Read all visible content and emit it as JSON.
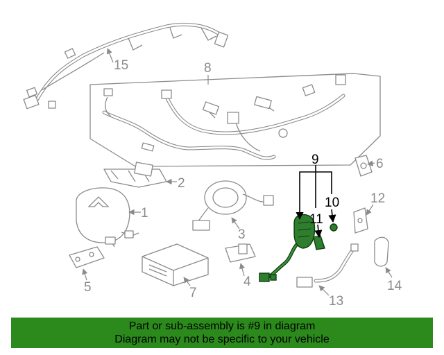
{
  "diagram": {
    "highlighted_part": "9",
    "callouts": [
      {
        "id": "1",
        "label": "1"
      },
      {
        "id": "2",
        "label": "2"
      },
      {
        "id": "3",
        "label": "3"
      },
      {
        "id": "4",
        "label": "4"
      },
      {
        "id": "5",
        "label": "5"
      },
      {
        "id": "6",
        "label": "6"
      },
      {
        "id": "7",
        "label": "7"
      },
      {
        "id": "8",
        "label": "8"
      },
      {
        "id": "9",
        "label": "9"
      },
      {
        "id": "10",
        "label": "10"
      },
      {
        "id": "11",
        "label": "11"
      },
      {
        "id": "12",
        "label": "12"
      },
      {
        "id": "13",
        "label": "13"
      },
      {
        "id": "14",
        "label": "14"
      },
      {
        "id": "15",
        "label": "15"
      }
    ]
  },
  "banner": {
    "line1": "Part or sub-assembly is #9 in diagram",
    "line2": "Diagram may not be specific to your vehicle",
    "background": "#2c8a1d"
  },
  "colors": {
    "line_art": "#8a8a8a",
    "highlight_fill": "#2f7d2f",
    "highlight_outline": "#0d3d0d"
  }
}
